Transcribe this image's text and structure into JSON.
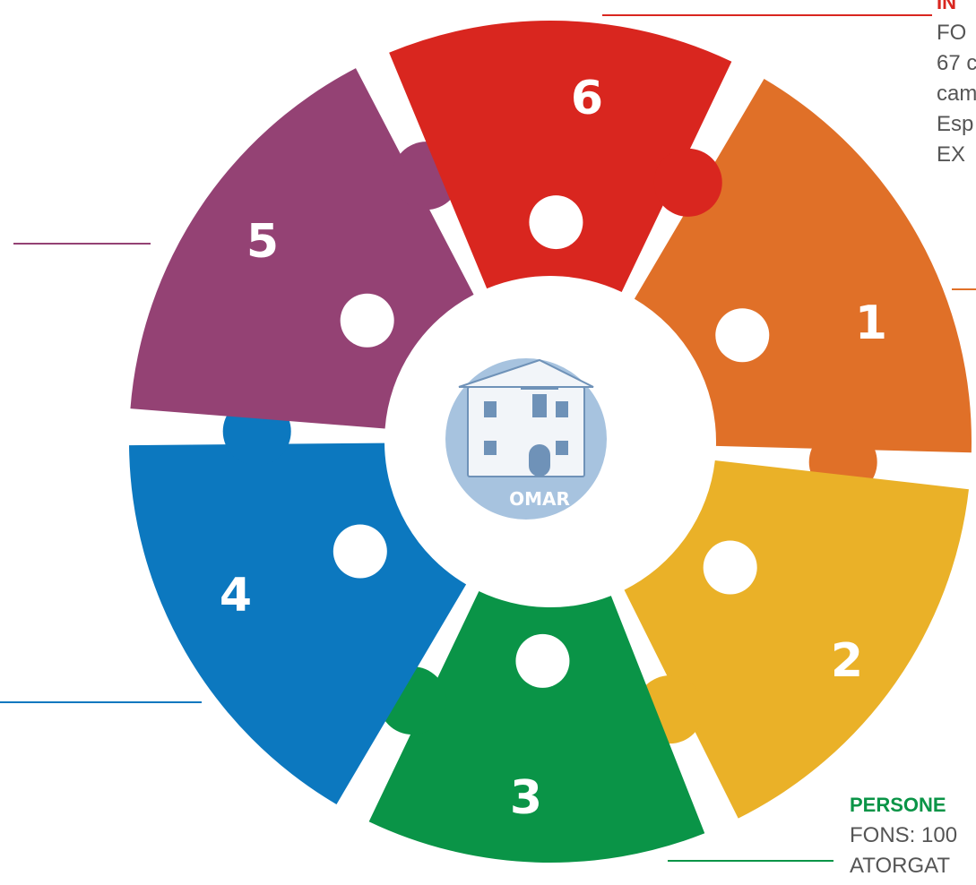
{
  "pieces": [
    {
      "number": "1",
      "color": "#E07028"
    },
    {
      "number": "2",
      "color": "#EAB128"
    },
    {
      "number": "3",
      "color": "#0A9447"
    },
    {
      "number": "4",
      "color": "#0C78BF"
    },
    {
      "number": "5",
      "color": "#944274"
    },
    {
      "number": "6",
      "color": "#D9261F"
    }
  ],
  "center_logo": {
    "label": "OMAR",
    "bg_color": "#A7C3DF"
  },
  "top_callout": {
    "title": "IN",
    "title_color": "#D9261F",
    "lines": [
      "FO",
      "67 c",
      "cam",
      "Esp",
      "EX"
    ]
  },
  "bottom_callout": {
    "title": "PERSONE",
    "title_color": "#0A9447",
    "lines": [
      "FONS: 100",
      "ATORGAT"
    ]
  }
}
